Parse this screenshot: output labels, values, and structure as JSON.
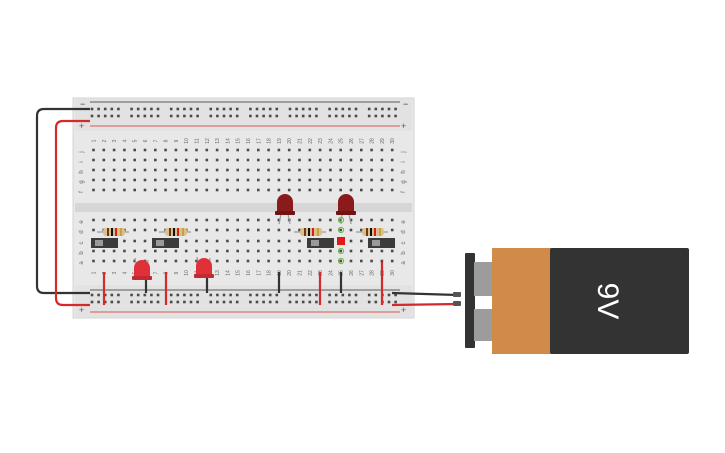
{
  "breadboard": {
    "column_count": 30,
    "row_letters_top": [
      "j",
      "i",
      "h",
      "g",
      "f"
    ],
    "row_letters_bottom": [
      "e",
      "d",
      "c",
      "b",
      "a"
    ],
    "rail_signs": {
      "minus": "−",
      "plus": "+"
    }
  },
  "battery": {
    "label": "9V",
    "body_color": "#333333",
    "cap_color": "#d08a4a"
  },
  "colors": {
    "wire_red": "#d42a2a",
    "wire_black": "#333333",
    "board": "#e6e6e6",
    "led_red": "#e0303a",
    "led_dark": "#8b1a1a",
    "resistor": "#dcc08c"
  }
}
